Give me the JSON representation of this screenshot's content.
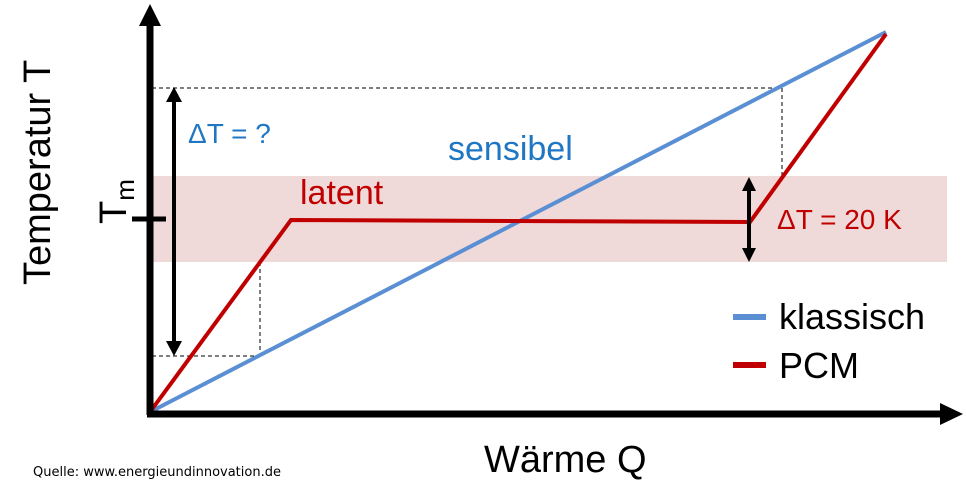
{
  "axes": {
    "y_label": "Temperatur T",
    "x_label": "Wärme Q",
    "tm_label": "T",
    "tm_sub": "m"
  },
  "annotations": {
    "delta_unknown": "ΔT = ?",
    "delta_pcm": "ΔT = 20 K",
    "sensibel": "sensibel",
    "latent": "latent"
  },
  "legend": [
    {
      "label": "klassisch",
      "color": "#5b8fd4"
    },
    {
      "label": "PCM",
      "color": "#c00000"
    }
  ],
  "source": "Quelle: www.energieundinnovation.de",
  "colors": {
    "classic": "#5b8fd4",
    "pcm": "#c00000",
    "band": "#f0d8d8",
    "blue_text": "#1f77c4"
  }
}
